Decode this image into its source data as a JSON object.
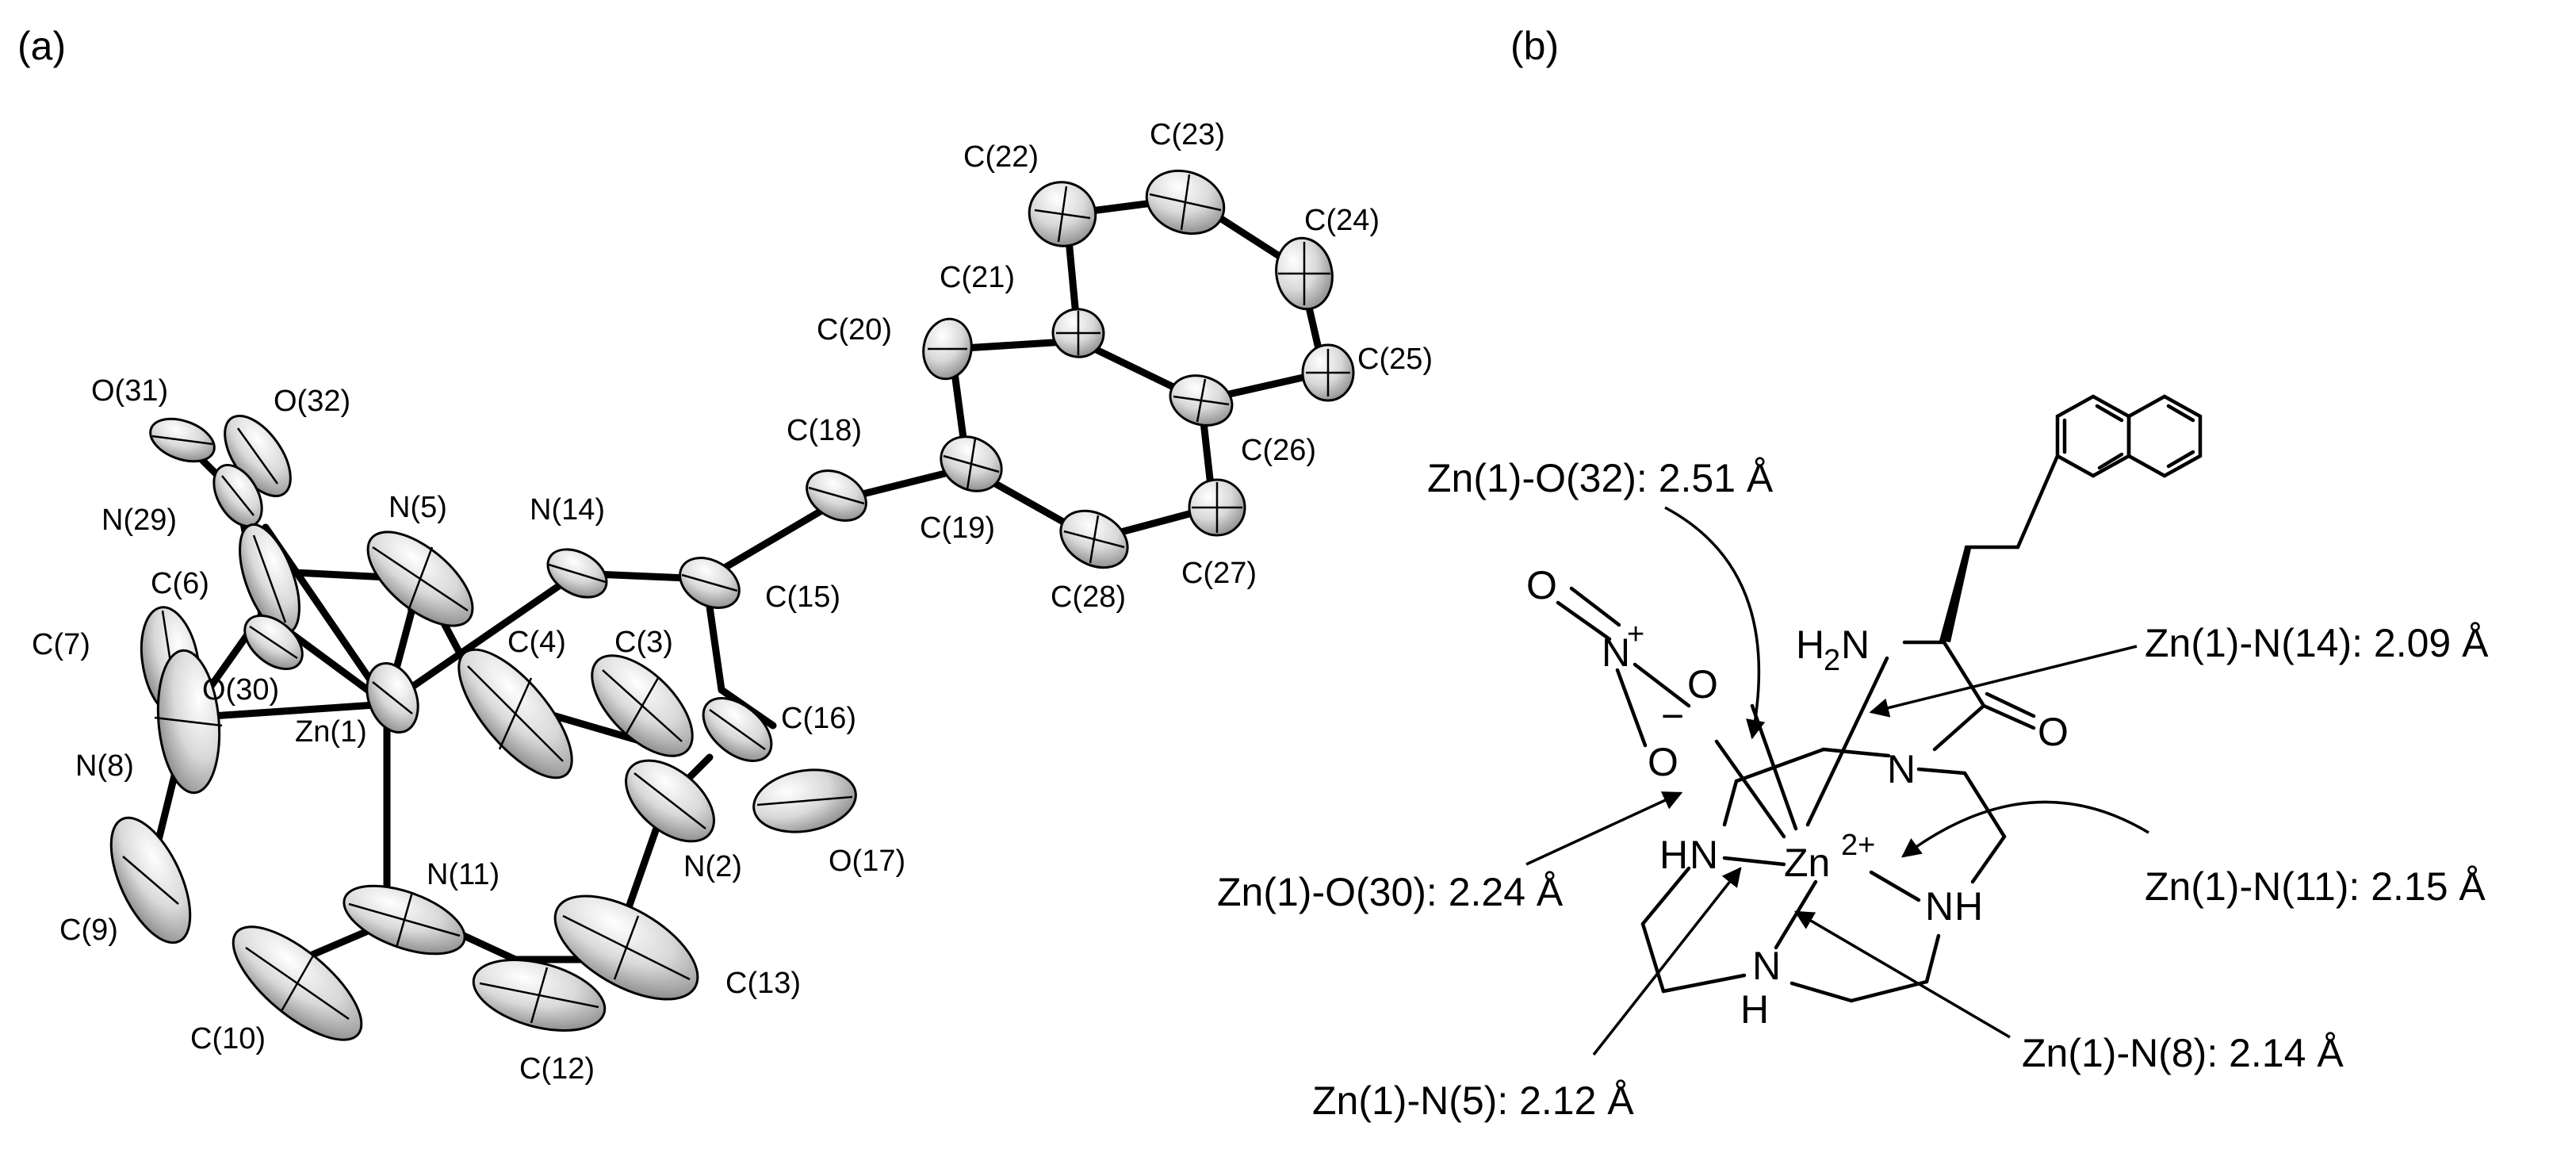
{
  "panels": {
    "a": "(a)",
    "b": "(b)"
  },
  "atoms": [
    {
      "id": "O31",
      "label": "O(31)"
    },
    {
      "id": "O32",
      "label": "O(32)"
    },
    {
      "id": "N29",
      "label": "N(29)"
    },
    {
      "id": "N5",
      "label": "N(5)"
    },
    {
      "id": "N14",
      "label": "N(14)"
    },
    {
      "id": "C6",
      "label": "C(6)"
    },
    {
      "id": "C7",
      "label": "C(7)"
    },
    {
      "id": "O30",
      "label": "O(30)"
    },
    {
      "id": "Zn1",
      "label": "Zn(1)"
    },
    {
      "id": "N8",
      "label": "N(8)"
    },
    {
      "id": "C4",
      "label": "C(4)"
    },
    {
      "id": "C3",
      "label": "C(3)"
    },
    {
      "id": "C15",
      "label": "C(15)"
    },
    {
      "id": "C16",
      "label": "C(16)"
    },
    {
      "id": "O17",
      "label": "O(17)"
    },
    {
      "id": "N2",
      "label": "N(2)"
    },
    {
      "id": "N11",
      "label": "N(11)"
    },
    {
      "id": "C9",
      "label": "C(9)"
    },
    {
      "id": "C10",
      "label": "C(10)"
    },
    {
      "id": "C12",
      "label": "C(12)"
    },
    {
      "id": "C13",
      "label": "C(13)"
    },
    {
      "id": "C18",
      "label": "C(18)"
    },
    {
      "id": "C19",
      "label": "C(19)"
    },
    {
      "id": "C20",
      "label": "C(20)"
    },
    {
      "id": "C21",
      "label": "C(21)"
    },
    {
      "id": "C22",
      "label": "C(22)"
    },
    {
      "id": "C23",
      "label": "C(23)"
    },
    {
      "id": "C24",
      "label": "C(24)"
    },
    {
      "id": "C25",
      "label": "C(25)"
    },
    {
      "id": "C26",
      "label": "C(26)"
    },
    {
      "id": "C27",
      "label": "C(27)"
    },
    {
      "id": "C28",
      "label": "C(28)"
    }
  ],
  "distances": [
    {
      "id": "o32",
      "label": "Zn(1)-O(32): 2.51 Å"
    },
    {
      "id": "n14",
      "label": "Zn(1)-N(14): 2.09 Å"
    },
    {
      "id": "o30",
      "label": "Zn(1)-O(30): 2.24 Å"
    },
    {
      "id": "n11",
      "label": "Zn(1)-N(11): 2.15 Å"
    },
    {
      "id": "n8",
      "label": "Zn(1)-N(8): 2.14 Å"
    },
    {
      "id": "n5",
      "label": "Zn(1)-N(5): 2.12 Å"
    }
  ],
  "structure": {
    "nitrate_o_top": "O",
    "nitrate_n": "N",
    "nitrate_n_charge": "+",
    "nitrate_o_right": "O",
    "nitrate_o_left": "O",
    "nitrate_o_charge": "−",
    "amine_h2n_h": "H",
    "amine_h2n_sub": "2",
    "amine_h2n_n": "N",
    "carbonyl_o": "O",
    "amide_n": "N",
    "hn_left_h": "H",
    "hn_left_n": "N",
    "zn": "Zn",
    "zn_charge": "2+",
    "nh_right_n": "N",
    "nh_right_h": "H",
    "n_bottom": "N",
    "n_bottom_h": "H"
  }
}
